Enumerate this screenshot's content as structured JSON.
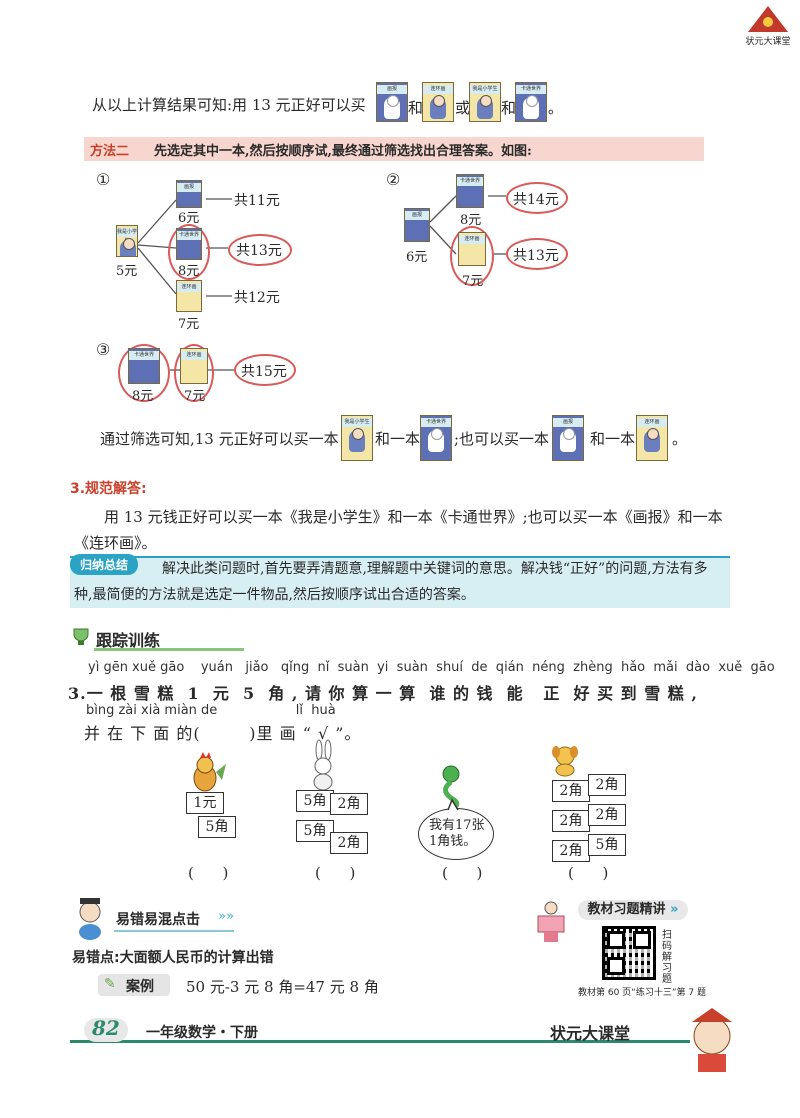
{
  "corner_logo": "状元大课堂",
  "intro_line": {
    "text": "从以上计算结果可知:用 13 元正好可以买",
    "and1": "和",
    "or": "或",
    "and2": "和",
    "end": "。"
  },
  "method2": {
    "label": "方法二",
    "text": "先选定其中一本,然后按顺序试,最终通过筛选找出合理答案。如图:"
  },
  "diagram1": {
    "num": "①",
    "root_price": "5元",
    "branches": [
      {
        "price": "6元",
        "total": "共11元"
      },
      {
        "price": "8元",
        "total": "共13元"
      },
      {
        "price": "7元",
        "total": "共12元"
      }
    ]
  },
  "diagram2": {
    "num": "②",
    "root_price": "6元",
    "branches": [
      {
        "price": "8元",
        "total": "共14元"
      },
      {
        "price": "7元",
        "total": "共13元"
      }
    ]
  },
  "diagram3": {
    "num": "③",
    "left_price": "8元",
    "right_price": "7元",
    "total": "共15元"
  },
  "filter_line": {
    "text1": "通过筛选可知,13 元正好可以买一本",
    "and1": "和一本",
    "mid": ";也可以买一本",
    "and2": "和一本",
    "end": "。"
  },
  "section3": {
    "heading": "3.规范解答:",
    "text": "用 13 元钱正好可以买一本《我是小学生》和一本《卡通世界》;也可以买一本《画报》和一本《连环画》。"
  },
  "summary": {
    "badge": "归纳总结",
    "text": "解决此类问题时,首先要弄清题意,理解题中关键词的意思。解决钱“正好”的问题,方法有多种,最简便的方法就是选定一件物品,然后按顺序试出合适的答案。"
  },
  "practice": {
    "title": "跟踪训练",
    "pinyin1": "yì gēn xuě gāo    yuán   jiǎo   qǐng  nǐ  suàn  yi  suàn  shuí  de  qián  néng  zhèng  hǎo  mǎi  dào  xuě  gāo",
    "line1": "3.一 根 雪 糕  1  元  5  角 , 请 你 算 一 算  谁 的 钱  能   正  好 买 到 雪 糕 ,",
    "pinyin2": "bìng zài xià miàn de                   lǐ  huà",
    "line2": "并 在 下 面 的(        )里 画 “ √ ”。",
    "chicken": {
      "notes": [
        "1元",
        "5角"
      ]
    },
    "rabbit": {
      "notes": [
        "5角",
        "2角",
        "5角",
        "2角"
      ]
    },
    "snake": {
      "speech": "我有17张\n1角钱。"
    },
    "dog": {
      "notes": [
        "2角",
        "2角",
        "2角",
        "2角",
        "2角",
        "5角"
      ]
    },
    "paren": "(      )"
  },
  "errors": {
    "title": "易错易混点击",
    "point": "易错点:大面额人民币的计算出错",
    "case_label": "案例",
    "case_text": "50 元-3 元 8 角=47 元 8 角"
  },
  "textbook": {
    "title": "教材习题精讲",
    "qr_side": "扫码解习题",
    "ref": "教材第 60 页“练习十三”第 7 题"
  },
  "footer": {
    "page": "82",
    "subject": "一年级数学・下册",
    "brand": "状元大课堂"
  },
  "colors": {
    "accent_red": "#d95a5a",
    "method_bg": "#f7d6cf",
    "summary_bg": "#d7eef3",
    "summary_border": "#2aa3c4",
    "heading_red": "#c8402a",
    "footer_green": "#2b8a6e"
  }
}
